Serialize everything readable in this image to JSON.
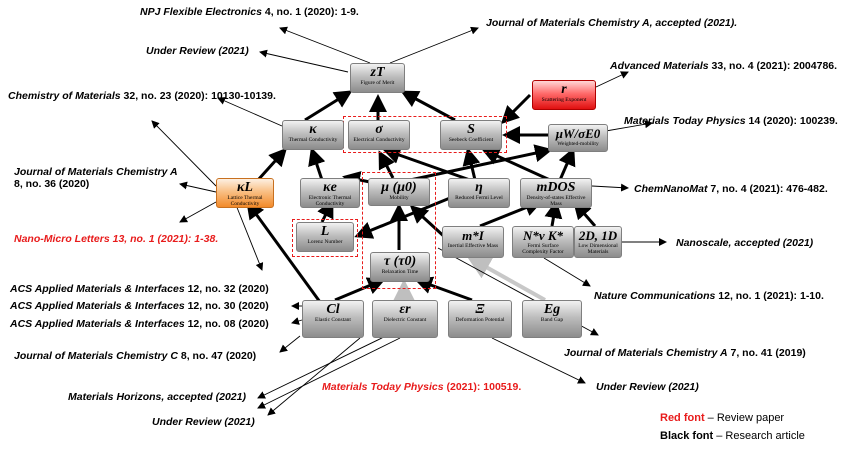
{
  "nodes": {
    "zt": {
      "symbol": "zT",
      "desc": "Figure of Merit"
    },
    "r": {
      "symbol": "r",
      "desc": "Scattering Exponent"
    },
    "kappa": {
      "symbol": "κ",
      "desc": "Thermal Conductivity"
    },
    "sigma": {
      "symbol": "σ",
      "desc": "Electrical Conductivity"
    },
    "s": {
      "symbol": "S",
      "desc": "Seebeck Coefficient"
    },
    "muw": {
      "symbol": "μW/σE0",
      "desc": "Weighted-mobility"
    },
    "kl": {
      "symbol": "κL",
      "desc": "Lattice Thermal Conductivity"
    },
    "ke": {
      "symbol": "κe",
      "desc": "Electronic Thermal Conductivity"
    },
    "mu": {
      "symbol": "μ (μ0)",
      "desc": "Mobility"
    },
    "eta": {
      "symbol": "η",
      "desc": "Reduced Fermi Level"
    },
    "mdos": {
      "symbol": "mDOS",
      "desc": "Density-of-states Effective Mass"
    },
    "lorenz": {
      "symbol": "L",
      "desc": "Lorenz Number"
    },
    "mi": {
      "symbol": "m*I",
      "desc": "Inertial Effective Mass"
    },
    "nv": {
      "symbol": "N*v K*",
      "desc": "Fermi Surface Complexity Factor"
    },
    "dim": {
      "symbol": "2D, 1D",
      "desc": "Low Dimensional Materials"
    },
    "tau": {
      "symbol": "τ (τ0)",
      "desc": "Relaxation Time"
    },
    "cl": {
      "symbol": "Cl",
      "desc": "Elastic Constant"
    },
    "er": {
      "symbol": "εr",
      "desc": "Dielectric Constant"
    },
    "xi": {
      "symbol": "Ξ",
      "desc": "Deformation Potential"
    },
    "eg": {
      "symbol": "Eg",
      "desc": "Band Gap"
    }
  },
  "references": {
    "npj": {
      "journal": "NPJ Flexible Electronics",
      "detail": " 4, no. 1 (2020): 1-9."
    },
    "jmca_acc": {
      "journal": "Journal of Materials Chemistry A",
      "detail": ", accepted (2021)."
    },
    "review1": {
      "journal": "Under Review",
      "detail": " (2021)"
    },
    "advmat": {
      "journal": "Advanced Materials",
      "detail": " 33, no. 4 (2021): 2004786."
    },
    "chemmat": {
      "journal": "Chemistry of Materials",
      "detail": " 32, no. 23 (2020): 10130-10139."
    },
    "mtp14": {
      "journal": "Materials Today Physics",
      "detail": " 14 (2020): 100239."
    },
    "jmca8": {
      "journal": "Journal of Materials Chemistry A",
      "detail": "8, no. 36 (2020)"
    },
    "chemnano": {
      "journal": "ChemNanoMat",
      "detail": " 7, no. 4 (2021): 476-482."
    },
    "nanomicro": {
      "journal": "Nano-Micro Letters",
      "detail": " 13, no. 1 (2021): 1-38."
    },
    "nanoscale": {
      "journal": "Nanoscale",
      "detail": ", accepted (2021)"
    },
    "acs32": {
      "journal": "ACS Applied Materials & Interfaces",
      "detail": " 12, no. 32 (2020)"
    },
    "acs30": {
      "journal": "ACS Applied Materials & Interfaces",
      "detail": " 12, no. 30 (2020)"
    },
    "acs08": {
      "journal": "ACS Applied Materials & Interfaces",
      "detail": " 12, no. 08 (2020)"
    },
    "natcomm": {
      "journal": "Nature Communications",
      "detail": " 12, no. 1 (2021): 1-10."
    },
    "jmcc": {
      "journal": "Journal of Materials Chemistry C",
      "detail": " 8, no. 47 (2020)"
    },
    "jmca7": {
      "journal": "Journal of Materials Chemistry A",
      "detail": " 7, no. 41 (2019)"
    },
    "mathor": {
      "journal": "Materials Horizons",
      "detail": ", accepted (2021)"
    },
    "mtp2021": {
      "journal": "Materials Today Physics",
      "detail": " (2021): 100519."
    },
    "review2": {
      "journal": "Under Review",
      "detail": " (2021)"
    },
    "review3": {
      "journal": "Under Review",
      "detail": " (2021)"
    }
  },
  "legend": {
    "red_key": "Red font",
    "red_text": " – Review paper",
    "black_key": "Black font",
    "black_text": " – Research article"
  },
  "colors": {
    "review": "#e81b1b",
    "research": "#000000",
    "arrow": "#000000",
    "arrow_light": "#bfbfbf"
  }
}
